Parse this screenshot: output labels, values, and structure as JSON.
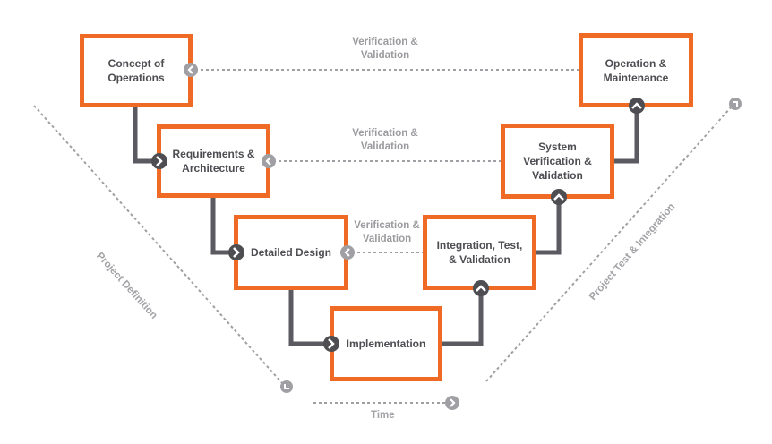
{
  "diagram": {
    "type": "v-model",
    "colors": {
      "box_border": "#ef6a25",
      "connector": "#5a5a60",
      "dotted": "#a0a0a4",
      "text": "#4d4d52",
      "label": "#9b9b9f"
    },
    "stages": [
      {
        "id": "concept",
        "label": "Concept of Operations",
        "lines": [
          "Concept of",
          "Operations"
        ]
      },
      {
        "id": "requirements",
        "label": "Requirements & Architecture",
        "lines": [
          "Requirements &",
          "Architecture"
        ]
      },
      {
        "id": "detailed",
        "label": "Detailed Design",
        "lines": [
          "Detailed Design"
        ]
      },
      {
        "id": "implementation",
        "label": "Implementation",
        "lines": [
          "Implementation"
        ]
      },
      {
        "id": "integration",
        "label": "Integration, Test, & Validation",
        "lines": [
          "Integration, Test,",
          "& Validation"
        ]
      },
      {
        "id": "system",
        "label": "System Verification & Validation",
        "lines": [
          "System",
          "Verification &",
          "Validation"
        ]
      },
      {
        "id": "operation",
        "label": "Operation & Maintenance",
        "lines": [
          "Operation &",
          "Maintenance"
        ]
      }
    ],
    "vv_links": [
      {
        "from": "operation",
        "to": "concept",
        "label_lines": [
          "Verification &",
          "Validation"
        ]
      },
      {
        "from": "system",
        "to": "requirements",
        "label_lines": [
          "Verification &",
          "Validation"
        ]
      },
      {
        "from": "integration",
        "to": "detailed",
        "label_lines": [
          "Verification &",
          "Validation"
        ]
      }
    ],
    "axes": {
      "left": "Project Definition",
      "right": "Project Test & Integration",
      "bottom": "Time"
    }
  }
}
